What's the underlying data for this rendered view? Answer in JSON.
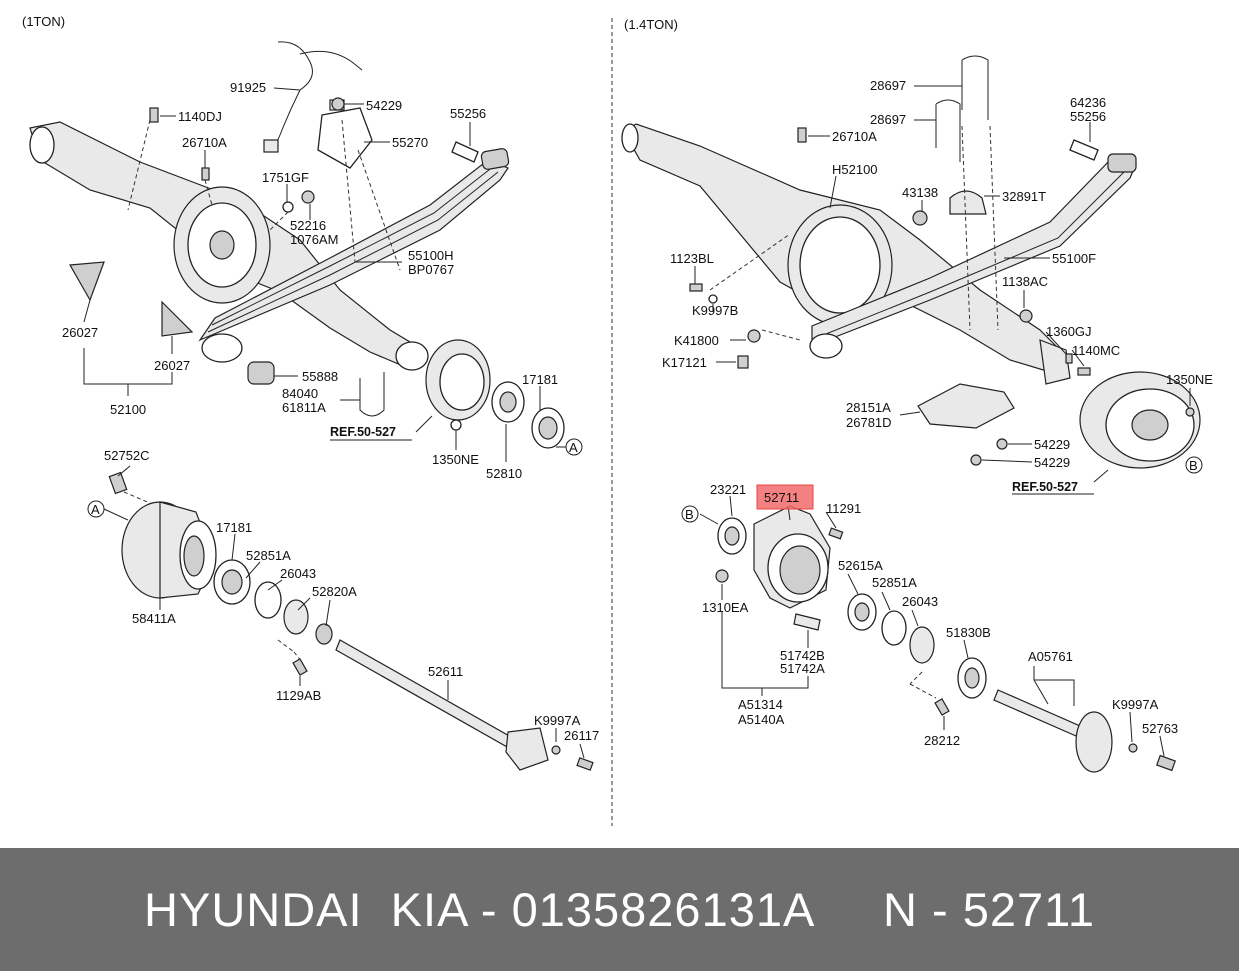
{
  "sections": {
    "left_title": "(1TON)",
    "right_title": "(1.4TON)"
  },
  "left_labels": {
    "p91925": "91925",
    "p54229": "54229",
    "p1140DJ": "1140DJ",
    "p55270": "55270",
    "p55256": "55256",
    "p26710A": "26710A",
    "p1751GF": "1751GF",
    "p52216": "52216",
    "p1076AM": "1076AM",
    "p55100H": "55100H",
    "pBP0767": "BP0767",
    "p26027a": "26027",
    "p26027b": "26027",
    "p55888": "55888",
    "p84040": "84040",
    "p61811A": "61811A",
    "p17181a": "17181",
    "pRef1": "REF.50-527",
    "p1350NE": "1350NE",
    "p52810": "52810",
    "p52100": "52100",
    "calloutA1": "A",
    "p52752C": "52752C",
    "calloutA2": "A",
    "p17181b": "17181",
    "p52851A": "52851A",
    "p26043": "26043",
    "p52820A": "52820A",
    "p58411A": "58411A",
    "p1129AB": "1129AB",
    "p52611": "52611",
    "pK9997A": "K9997A",
    "p26117": "26117"
  },
  "right_labels": {
    "p28697a": "28697",
    "p28697b": "28697",
    "p64236": "64236",
    "p55256": "55256",
    "p26710A": "26710A",
    "pH52100": "H52100",
    "p43138": "43138",
    "p32891T": "32891T",
    "p1123BL": "1123BL",
    "p55100F": "55100F",
    "pK9997B": "K9997B",
    "p1138AC": "1138AC",
    "pK41800": "K41800",
    "p1360GJ": "1360GJ",
    "p1140MC": "1140MC",
    "pK17121": "K17121",
    "p1350NE": "1350NE",
    "p28151A": "28151A",
    "p26781D": "26781D",
    "p54229a": "54229",
    "p54229b": "54229",
    "calloutB1": "B",
    "pRef2": "REF.50-527",
    "p23221": "23221",
    "p52711": "52711",
    "p11291": "11291",
    "calloutB2": "B",
    "p52615A": "52615A",
    "p52851A": "52851A",
    "p1310EA": "1310EA",
    "p26043": "26043",
    "p51830B": "51830B",
    "p51742B": "51742B",
    "p51742A": "51742A",
    "pA05761": "A05761",
    "pA51314": "A51314",
    "pA5140A": "A5140A",
    "pK9997A": "K9997A",
    "p52763": "52763",
    "p28212": "28212"
  },
  "highlight": {
    "label": "52711",
    "color": "#f26b6b"
  },
  "footer": {
    "text": "HYUNDAI  KIA - 0135826131A     N - 52711",
    "background": "#6d6d6d",
    "color": "#ffffff"
  }
}
